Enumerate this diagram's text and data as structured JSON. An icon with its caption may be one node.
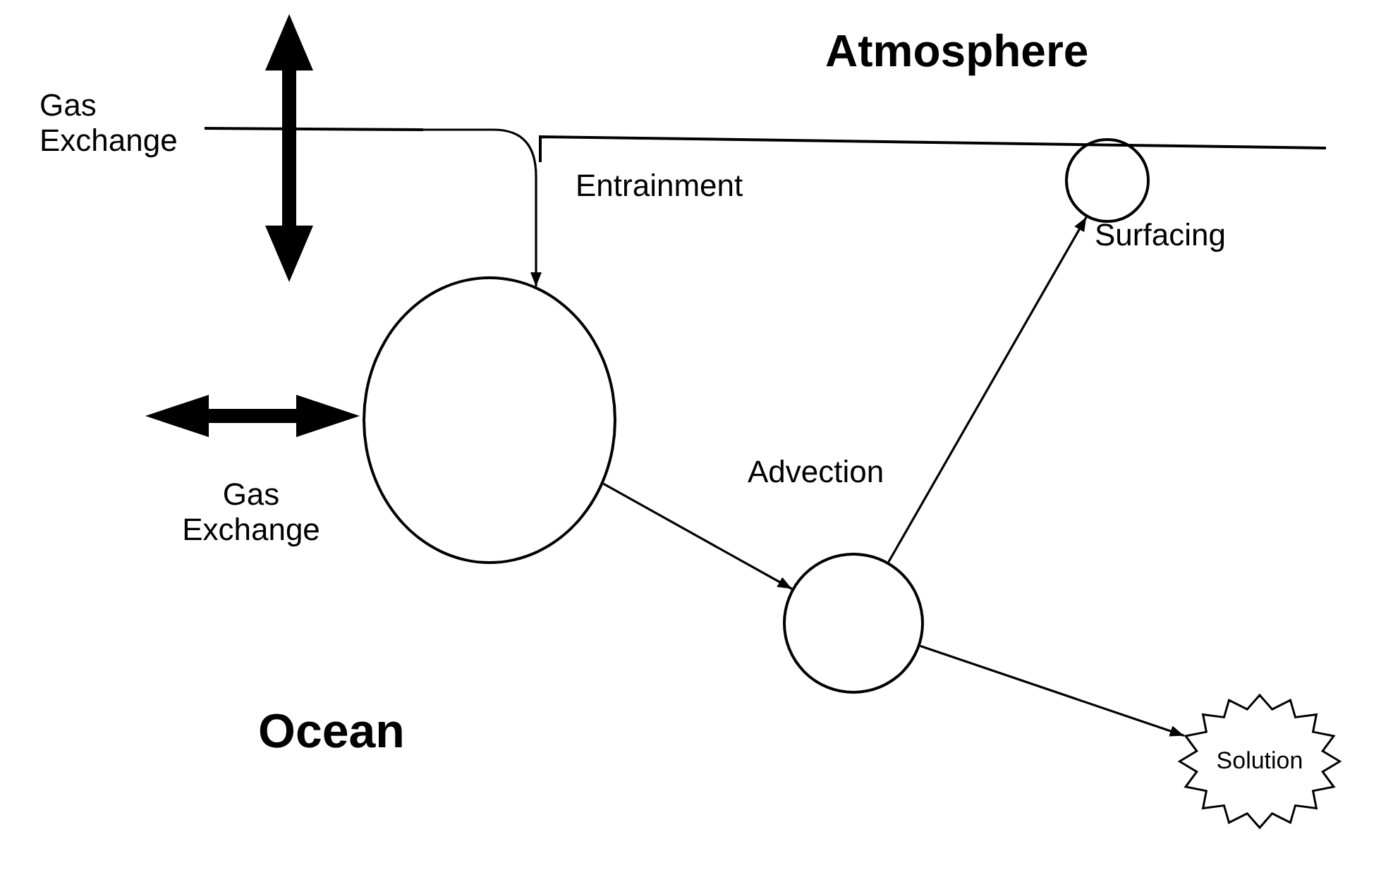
{
  "diagram": {
    "nodes": [
      {
        "text": [],
        "shape": "circle"
      },
      {
        "text": [],
        "shape": "circle"
      },
      {
        "text": [],
        "shape": "circle",
        "beside": [
          "Surfacing"
        ]
      },
      {
        "text": [
          "Solution"
        ]
      }
    ],
    "edges": [
      {
        "from": null,
        "to": 0,
        "arrow": "to",
        "label": "Entrainment"
      },
      {
        "from": 0,
        "to": 1,
        "arrow": "to",
        "label": "Advection"
      },
      {
        "from": 1,
        "to": 2,
        "arrow": "to"
      },
      {
        "from": 1,
        "to": 3,
        "arrow": "to"
      }
    ],
    "labels": [
      "Atmosphere",
      "Gas Exchange",
      "Gas Exchange",
      "Ocean"
    ]
  }
}
